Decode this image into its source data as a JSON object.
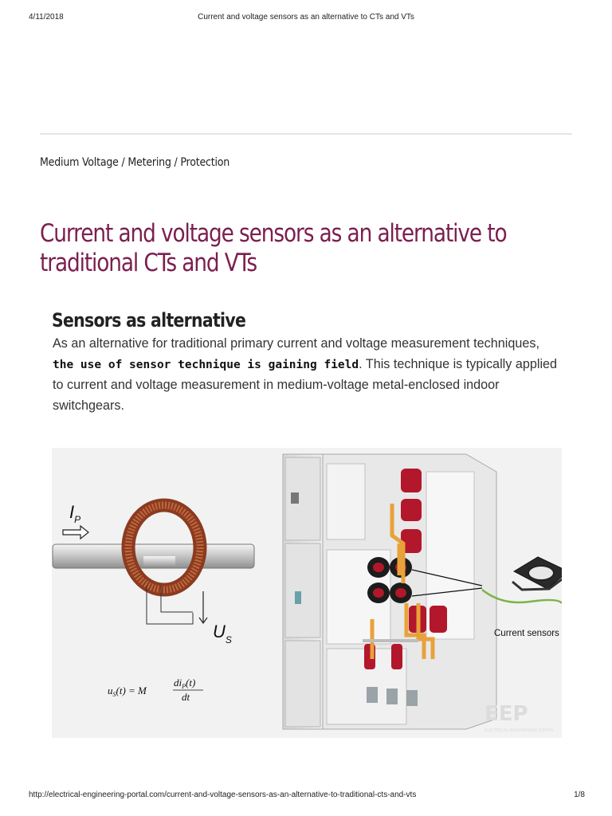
{
  "print_header": {
    "date": "4/11/2018",
    "title": "Current and voltage sensors as an alternative to CTs and VTs"
  },
  "breadcrumb": {
    "items": [
      "Medium Voltage",
      "Metering",
      "Protection"
    ],
    "separator": " / "
  },
  "article": {
    "title": "Current and voltage sensors as an alternative to traditional CTs and VTs",
    "section_heading": "Sensors as alternative",
    "paragraph": {
      "before": "As an alternative for traditional primary current and voltage measurement techniques, ",
      "bold": "the use of sensor technique is gaining field",
      "after": ". This technique is typically applied to current and voltage measurement in medium-voltage metal-enclosed indoor switchgears."
    }
  },
  "figure": {
    "label_ip": "I",
    "label_ip_sub": "P",
    "label_us": "U",
    "label_us_sub": "S",
    "formula_lhs": "u",
    "formula_lhs_sub": "S",
    "formula_lhs_arg": "(t) = M",
    "formula_num": "di",
    "formula_num_sub": "P",
    "formula_num_arg": "(t)",
    "formula_den": "dt",
    "current_sensors_label": "Current sensors",
    "watermark": "EEP",
    "watermark_sub": "ELECTRICAL ENGINEERING PORTAL"
  },
  "print_footer": {
    "url": "http://electrical-engineering-portal.com/current-and-voltage-sensors-as-an-alternative-to-traditional-cts-and-vts",
    "page": "1/8"
  },
  "colors": {
    "title": "#7b1f4f",
    "rule": "#e5e5e5",
    "insulator_red": "#b3172b",
    "busbar_orange": "#e8a23a"
  }
}
